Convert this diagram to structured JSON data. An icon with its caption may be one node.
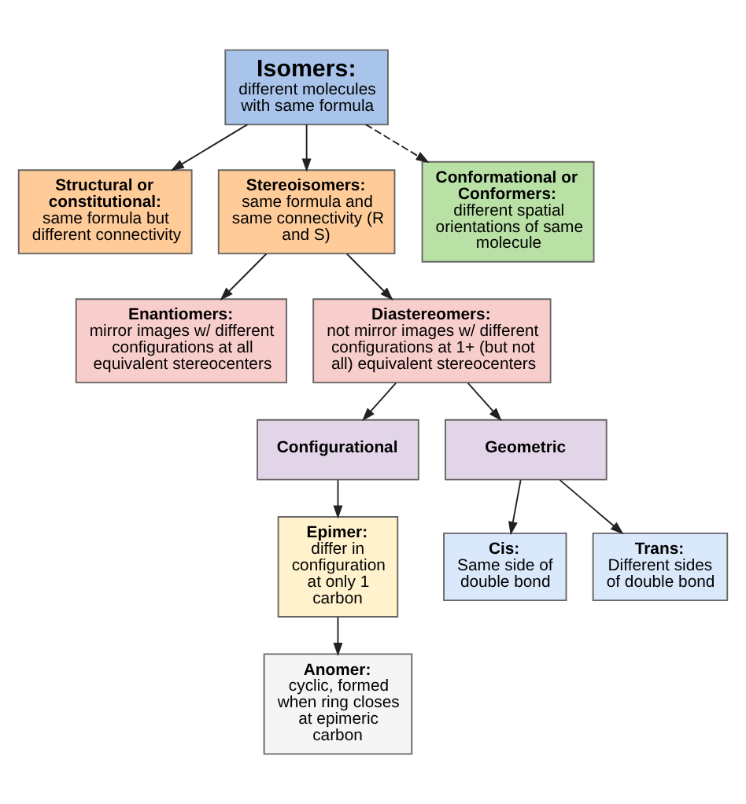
{
  "diagram": {
    "nodes": [
      {
        "text": [
          "Isomers:",
          "different molecules with same formula"
        ]
      },
      {
        "text": [
          "Structural or constitutional:",
          "same formula but different connectivity"
        ]
      },
      {
        "text": [
          "Stereoisomers:",
          "same formula and same connectivity (R and S)"
        ]
      },
      {
        "text": [
          "Conformational or Conformers:",
          "different spatial orientations of same molecule"
        ]
      },
      {
        "text": [
          "Enantiomers:",
          "mirror images w/ different configurations at all equivalent stereocenters"
        ]
      },
      {
        "text": [
          "Diastereomers:",
          "not mirror images w/ different configurations at 1+ (but not all) equivalent stereocenters"
        ]
      },
      {
        "text": [
          "Configurational"
        ]
      },
      {
        "text": [
          "Geometric"
        ]
      },
      {
        "text": [
          "Epimer:",
          "differ in configuration at only 1 carbon"
        ]
      },
      {
        "text": [
          "Anomer:",
          "cyclic, formed when ring closes at epimeric carbon"
        ]
      },
      {
        "text": [
          "Cis:",
          "Same side of double bond"
        ]
      },
      {
        "text": [
          "Trans:",
          "Different sides of double bond"
        ]
      }
    ],
    "edges": [
      {
        "from": 0,
        "to": 1,
        "arrow": "to"
      },
      {
        "from": 0,
        "to": 2,
        "arrow": "to"
      },
      {
        "from": 0,
        "to": 3,
        "arrow": "to",
        "style": "dashed"
      },
      {
        "from": 2,
        "to": 4,
        "arrow": "to"
      },
      {
        "from": 2,
        "to": 5,
        "arrow": "to"
      },
      {
        "from": 5,
        "to": 6,
        "arrow": "to"
      },
      {
        "from": 5,
        "to": 7,
        "arrow": "to"
      },
      {
        "from": 6,
        "to": 8,
        "arrow": "to"
      },
      {
        "from": 8,
        "to": 9,
        "arrow": "to"
      },
      {
        "from": 7,
        "to": 10,
        "arrow": "to"
      },
      {
        "from": 7,
        "to": 11,
        "arrow": "to"
      }
    ]
  }
}
